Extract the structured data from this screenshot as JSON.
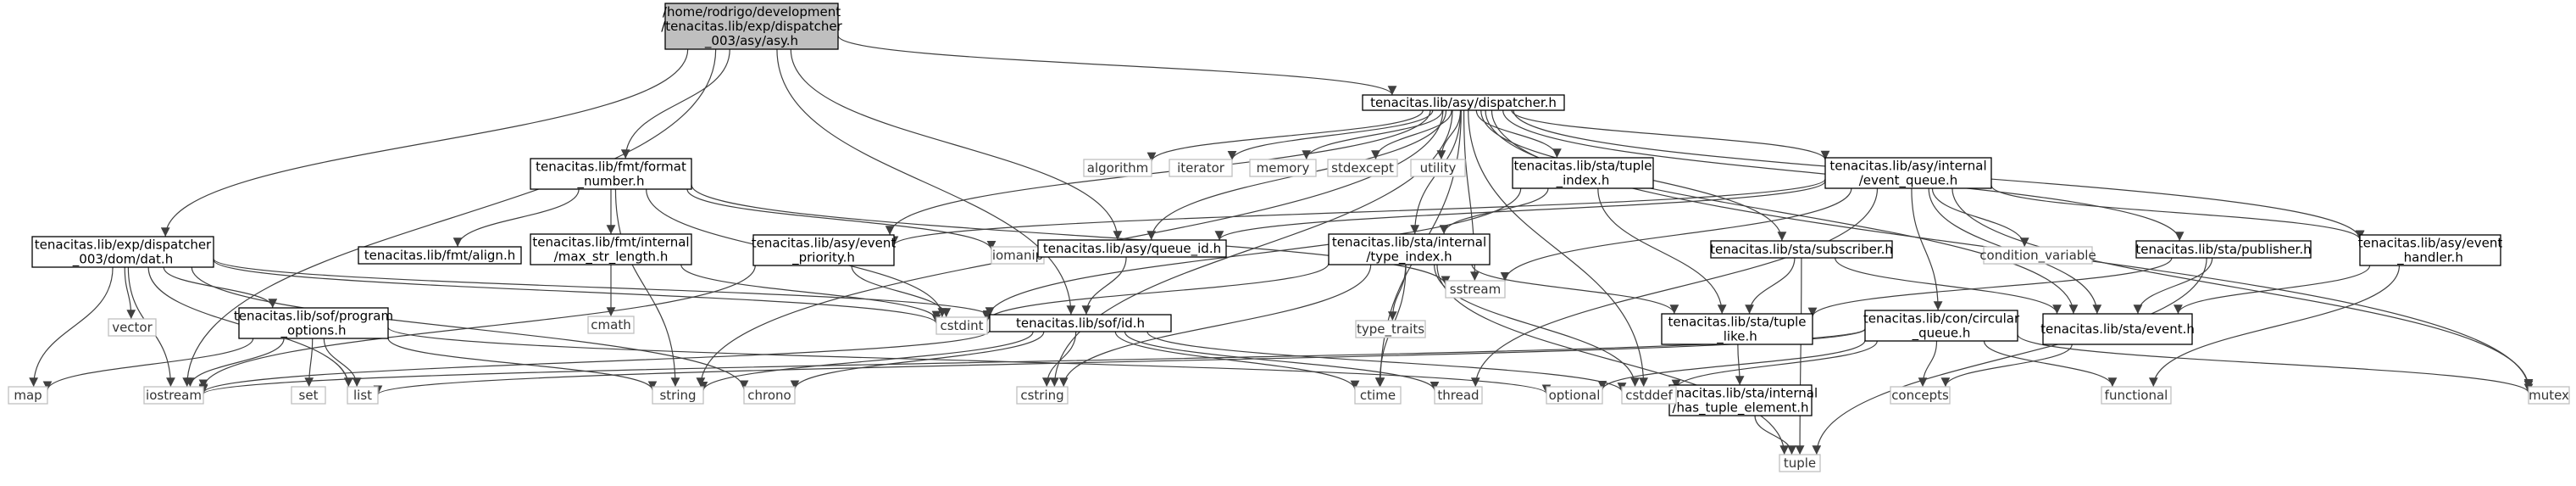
{
  "diagram": {
    "type": "include-dependency-graph",
    "nodes": [
      {
        "id": "root",
        "kind": "root",
        "lines": [
          "/home/rodrigo/development",
          "/tenacitas.lib/exp/dispatcher",
          "_003/asy/asy.h"
        ]
      },
      {
        "id": "dispatcher",
        "kind": "file",
        "lines": [
          "tenacitas.lib/asy/dispatcher.h"
        ]
      },
      {
        "id": "format_number",
        "kind": "file",
        "lines": [
          "tenacitas.lib/fmt/format",
          "_number.h"
        ]
      },
      {
        "id": "dat",
        "kind": "file",
        "lines": [
          "tenacitas.lib/exp/dispatcher",
          "_003/dom/dat.h"
        ]
      },
      {
        "id": "iomanip",
        "kind": "sys",
        "lines": [
          "iomanip"
        ]
      },
      {
        "id": "align",
        "kind": "file",
        "lines": [
          "tenacitas.lib/fmt/align.h"
        ]
      },
      {
        "id": "max_str_length",
        "kind": "file",
        "lines": [
          "tenacitas.lib/fmt/internal",
          "/max_str_length.h"
        ]
      },
      {
        "id": "event_priority",
        "kind": "file",
        "lines": [
          "tenacitas.lib/asy/event",
          "_priority.h"
        ]
      },
      {
        "id": "queue_id",
        "kind": "file",
        "lines": [
          "tenacitas.lib/asy/queue_id.h"
        ]
      },
      {
        "id": "type_index",
        "kind": "file",
        "lines": [
          "tenacitas.lib/sta/internal",
          "/type_index.h"
        ]
      },
      {
        "id": "sta_tuple_index",
        "kind": "file",
        "lines": [
          "tenacitas.lib/sta/tuple",
          "_index.h"
        ]
      },
      {
        "id": "event_queue",
        "kind": "file",
        "lines": [
          "tenacitas.lib/asy/internal",
          "/event_queue.h"
        ]
      },
      {
        "id": "subscriber",
        "kind": "file",
        "lines": [
          "tenacitas.lib/sta/subscriber.h"
        ]
      },
      {
        "id": "publisher",
        "kind": "file",
        "lines": [
          "tenacitas.lib/sta/publisher.h"
        ]
      },
      {
        "id": "event_handler",
        "kind": "file",
        "lines": [
          "tenacitas.lib/asy/event",
          "_handler.h"
        ]
      },
      {
        "id": "algorithm",
        "kind": "sys",
        "lines": [
          "algorithm"
        ]
      },
      {
        "id": "iterator",
        "kind": "sys",
        "lines": [
          "iterator"
        ]
      },
      {
        "id": "memory",
        "kind": "sys",
        "lines": [
          "memory"
        ]
      },
      {
        "id": "stdexcept",
        "kind": "sys",
        "lines": [
          "stdexcept"
        ]
      },
      {
        "id": "utility",
        "kind": "sys",
        "lines": [
          "utility"
        ]
      },
      {
        "id": "sstream",
        "kind": "sys",
        "lines": [
          "sstream"
        ]
      },
      {
        "id": "condition_variable",
        "kind": "sys",
        "lines": [
          "condition_variable"
        ]
      },
      {
        "id": "vector",
        "kind": "sys",
        "lines": [
          "vector"
        ]
      },
      {
        "id": "program_options",
        "kind": "file",
        "lines": [
          "tenacitas.lib/sof/program",
          "_options.h"
        ]
      },
      {
        "id": "cmath",
        "kind": "sys",
        "lines": [
          "cmath"
        ]
      },
      {
        "id": "cstdint",
        "kind": "sys",
        "lines": [
          "cstdint"
        ]
      },
      {
        "id": "id",
        "kind": "file",
        "lines": [
          "tenacitas.lib/sof/id.h"
        ]
      },
      {
        "id": "type_traits",
        "kind": "sys",
        "lines": [
          "type_traits"
        ]
      },
      {
        "id": "tuple_like",
        "kind": "file",
        "lines": [
          "tenacitas.lib/sta/tuple",
          "_like.h"
        ]
      },
      {
        "id": "event",
        "kind": "file",
        "lines": [
          "tenacitas.lib/sta/event.h"
        ]
      },
      {
        "id": "circular_queue",
        "kind": "file",
        "lines": [
          "tenacitas.lib/con/circular",
          "_queue.h"
        ]
      },
      {
        "id": "has_tuple_element",
        "kind": "file",
        "lines": [
          "tenacitas.lib/sta/internal",
          "/has_tuple_element.h"
        ]
      },
      {
        "id": "map",
        "kind": "sys",
        "lines": [
          "map"
        ]
      },
      {
        "id": "iostream",
        "kind": "sys",
        "lines": [
          "iostream"
        ]
      },
      {
        "id": "set",
        "kind": "sys",
        "lines": [
          "set"
        ]
      },
      {
        "id": "list",
        "kind": "sys",
        "lines": [
          "list"
        ]
      },
      {
        "id": "string",
        "kind": "sys",
        "lines": [
          "string"
        ]
      },
      {
        "id": "chrono",
        "kind": "sys",
        "lines": [
          "chrono"
        ]
      },
      {
        "id": "cstring",
        "kind": "sys",
        "lines": [
          "cstring"
        ]
      },
      {
        "id": "ctime",
        "kind": "sys",
        "lines": [
          "ctime"
        ]
      },
      {
        "id": "thread",
        "kind": "sys",
        "lines": [
          "thread"
        ]
      },
      {
        "id": "optional",
        "kind": "sys",
        "lines": [
          "optional"
        ]
      },
      {
        "id": "cstddef",
        "kind": "sys",
        "lines": [
          "cstddef"
        ]
      },
      {
        "id": "concepts",
        "kind": "sys",
        "lines": [
          "concepts"
        ]
      },
      {
        "id": "functional",
        "kind": "sys",
        "lines": [
          "functional"
        ]
      },
      {
        "id": "mutex",
        "kind": "sys",
        "lines": [
          "mutex"
        ]
      },
      {
        "id": "tuple",
        "kind": "sys",
        "lines": [
          "tuple"
        ]
      }
    ],
    "edges": [
      [
        "root",
        "dispatcher"
      ],
      [
        "root",
        "format_number"
      ],
      [
        "root",
        "dat"
      ],
      [
        "root",
        "iostream"
      ],
      [
        "root",
        "id"
      ],
      [
        "root",
        "queue_id"
      ],
      [
        "dispatcher",
        "event_priority"
      ],
      [
        "dispatcher",
        "queue_id"
      ],
      [
        "dispatcher",
        "type_index"
      ],
      [
        "dispatcher",
        "sta_tuple_index"
      ],
      [
        "dispatcher",
        "event_queue"
      ],
      [
        "dispatcher",
        "subscriber"
      ],
      [
        "dispatcher",
        "publisher"
      ],
      [
        "dispatcher",
        "event_handler"
      ],
      [
        "dispatcher",
        "algorithm"
      ],
      [
        "dispatcher",
        "iterator"
      ],
      [
        "dispatcher",
        "memory"
      ],
      [
        "dispatcher",
        "stdexcept"
      ],
      [
        "dispatcher",
        "utility"
      ],
      [
        "dispatcher",
        "sstream"
      ],
      [
        "dispatcher",
        "mutex"
      ],
      [
        "dispatcher",
        "string"
      ],
      [
        "dispatcher",
        "cstring"
      ],
      [
        "dispatcher",
        "ctime"
      ],
      [
        "dispatcher",
        "event"
      ],
      [
        "dispatcher",
        "cstddef"
      ],
      [
        "format_number",
        "iomanip"
      ],
      [
        "format_number",
        "align"
      ],
      [
        "format_number",
        "max_str_length"
      ],
      [
        "format_number",
        "cstdint"
      ],
      [
        "format_number",
        "sstream"
      ],
      [
        "format_number",
        "string"
      ],
      [
        "max_str_length",
        "cmath"
      ],
      [
        "max_str_length",
        "cstdint"
      ],
      [
        "dat",
        "vector"
      ],
      [
        "dat",
        "program_options"
      ],
      [
        "dat",
        "cstdint"
      ],
      [
        "dat",
        "id"
      ],
      [
        "dat",
        "map"
      ],
      [
        "dat",
        "iostream"
      ],
      [
        "dat",
        "list"
      ],
      [
        "dat",
        "chrono"
      ],
      [
        "event_priority",
        "cstdint"
      ],
      [
        "event_priority",
        "iostream"
      ],
      [
        "queue_id",
        "id"
      ],
      [
        "type_index",
        "cstdint"
      ],
      [
        "type_index",
        "type_traits"
      ],
      [
        "type_index",
        "cstring"
      ],
      [
        "type_index",
        "ctime"
      ],
      [
        "type_index",
        "tuple_like"
      ],
      [
        "type_index",
        "cstddef"
      ],
      [
        "type_index",
        "tuple"
      ],
      [
        "sta_tuple_index",
        "type_index"
      ],
      [
        "sta_tuple_index",
        "tuple_like"
      ],
      [
        "sta_tuple_index",
        "cstdint"
      ],
      [
        "event_queue",
        "circular_queue"
      ],
      [
        "event_queue",
        "event_priority"
      ],
      [
        "event_queue",
        "queue_id"
      ],
      [
        "event_queue",
        "event"
      ],
      [
        "event_queue",
        "condition_variable"
      ],
      [
        "event_queue",
        "sstream"
      ],
      [
        "event_queue",
        "thread"
      ],
      [
        "event_queue",
        "mutex"
      ],
      [
        "event_queue",
        "event_handler"
      ],
      [
        "subscriber",
        "tuple_like"
      ],
      [
        "subscriber",
        "event"
      ],
      [
        "subscriber",
        "tuple"
      ],
      [
        "publisher",
        "tuple_like"
      ],
      [
        "publisher",
        "event"
      ],
      [
        "publisher",
        "tuple"
      ],
      [
        "event_handler",
        "event"
      ],
      [
        "event_handler",
        "functional"
      ],
      [
        "program_options",
        "map"
      ],
      [
        "program_options",
        "iostream"
      ],
      [
        "program_options",
        "set"
      ],
      [
        "program_options",
        "list"
      ],
      [
        "program_options",
        "string"
      ],
      [
        "program_options",
        "optional"
      ],
      [
        "id",
        "string"
      ],
      [
        "id",
        "chrono"
      ],
      [
        "id",
        "cstring"
      ],
      [
        "id",
        "ctime"
      ],
      [
        "id",
        "thread"
      ],
      [
        "id",
        "iostream"
      ],
      [
        "id",
        "cstddef"
      ],
      [
        "tuple_like",
        "has_tuple_element"
      ],
      [
        "event",
        "concepts"
      ],
      [
        "circular_queue",
        "optional"
      ],
      [
        "circular_queue",
        "concepts"
      ],
      [
        "circular_queue",
        "functional"
      ],
      [
        "circular_queue",
        "mutex"
      ],
      [
        "circular_queue",
        "cstddef"
      ],
      [
        "circular_queue",
        "list"
      ],
      [
        "circular_queue",
        "iostream"
      ],
      [
        "has_tuple_element",
        "tuple"
      ]
    ]
  }
}
